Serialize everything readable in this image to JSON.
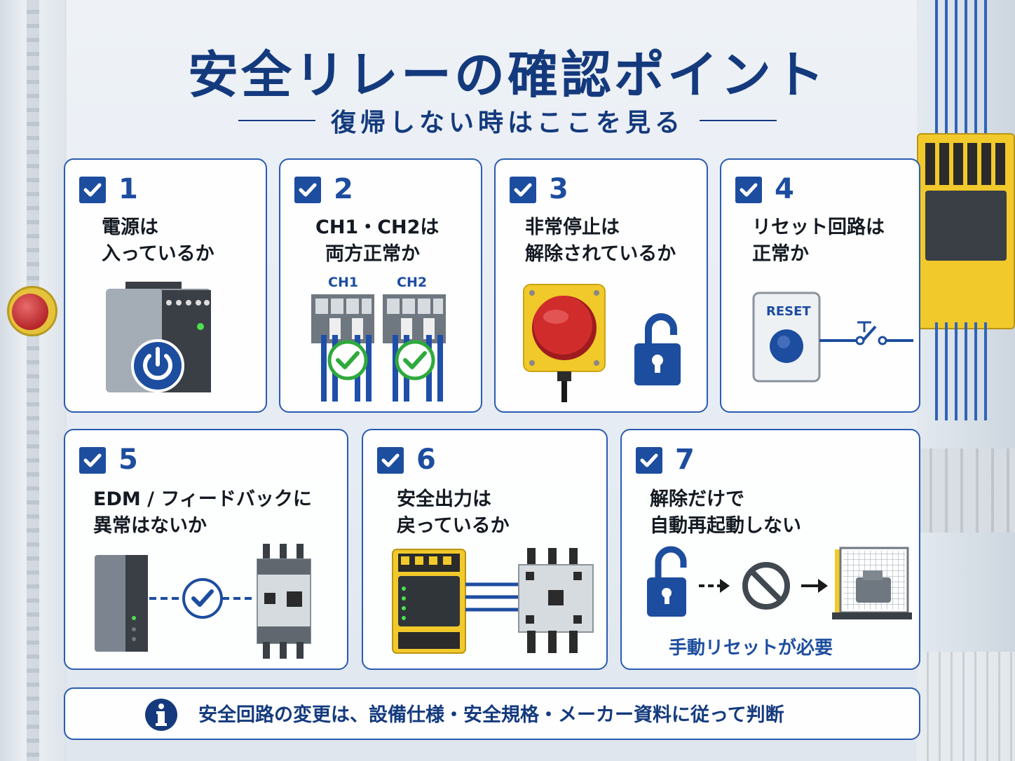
{
  "header": {
    "title": "安全リレーの確認ポイント",
    "subtitle": "復帰しない時はここを見る"
  },
  "cards": [
    {
      "number": "1",
      "line1": "電源は",
      "line2": "入っているか",
      "icon": "power-module-icon"
    },
    {
      "number": "2",
      "line1": "CH1・CH2は",
      "line2": "両方正常か",
      "icon": "dual-channel-terminal-icon",
      "ch1": "CH1",
      "ch2": "CH2"
    },
    {
      "number": "3",
      "line1": "非常停止は",
      "line2": "解除されているか",
      "icon": "emergency-stop-icon"
    },
    {
      "number": "4",
      "line1": "リセット回路は",
      "line2": "正常か",
      "icon": "reset-button-icon",
      "reset_label": "RESET"
    },
    {
      "number": "5",
      "line1": "EDM / フィードバックに",
      "line2": "異常はないか",
      "icon": "feedback-contactor-icon"
    },
    {
      "number": "6",
      "line1": "安全出力は",
      "line2": "戻っているか",
      "icon": "safety-output-icon"
    },
    {
      "number": "7",
      "line1": "解除だけで",
      "line2": "自動再起動しない",
      "icon": "no-auto-restart-icon",
      "footer": "手動リセットが必要"
    }
  ],
  "note": {
    "text": "安全回路の変更は、設備仕様・安全規格・メーカー資料に従って判断",
    "icon": "info-icon"
  },
  "colors": {
    "navy": "#143a7d",
    "accent_blue": "#1d4d9f",
    "card_border": "#2a5cb0",
    "ok_green": "#2eaa3c",
    "estop_red": "#d12c2c",
    "relay_yellow": "#f1c92a"
  }
}
